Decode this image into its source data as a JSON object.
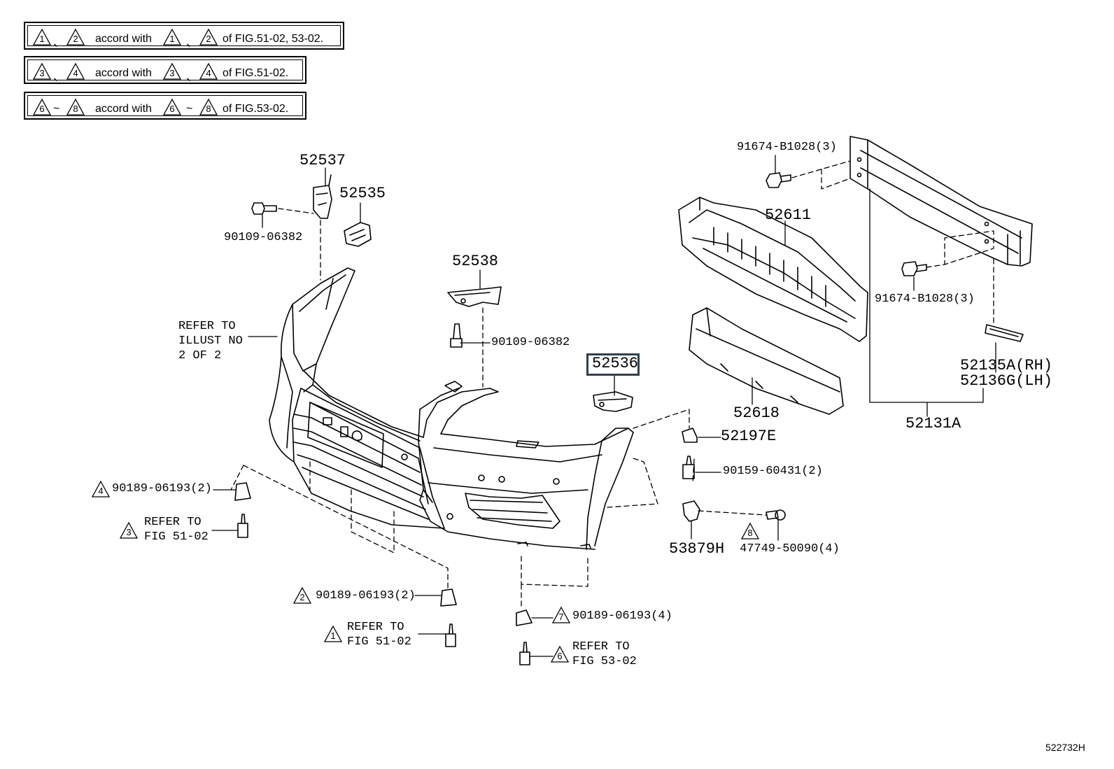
{
  "legend": [
    {
      "a": "1",
      "sep1": "、",
      "b": "2",
      "text": "accord with",
      "c": "1",
      "sep2": "、",
      "d": "2",
      "ref": "of FIG.51-02, 53-02."
    },
    {
      "a": "3",
      "sep1": "、",
      "b": "4",
      "text": "accord with",
      "c": "3",
      "sep2": "、",
      "d": "4",
      "ref": "of FIG.51-02."
    },
    {
      "a": "6",
      "sep1": "~",
      "b": "8",
      "text": "accord with",
      "c": "6",
      "sep2": "~",
      "d": "8",
      "ref": "of FIG.53-02."
    }
  ],
  "parts": {
    "p52537": "52537",
    "p52535": "52535",
    "p90109a": "90109-06382",
    "p52538": "52538",
    "p90109b": "90109-06382",
    "p52536": "52536",
    "p52611": "52611",
    "p52618": "52618",
    "p91674a": "91674-B1028(3)",
    "p91674b": "91674-B1028(3)",
    "p52135a": "52135A(RH)",
    "p52136g": "52136G(LH)",
    "p52131a": "52131A",
    "p52197e": "52197E",
    "p90159": "90159-60431(2)",
    "p53879h": "53879H",
    "p47749": "47749-50090(4)",
    "p90189_4": "90189-06193(2)",
    "p90189_2": "90189-06193(2)",
    "p90189_7": "90189-06193(4)"
  },
  "refer_illust": [
    "REFER TO",
    "ILLUST NO",
    "2 OF 2"
  ],
  "refer3": [
    "REFER TO",
    "FIG 51-02"
  ],
  "refer1": [
    "REFER TO",
    "FIG 51-02"
  ],
  "refer6": [
    "REFER TO",
    "FIG 53-02"
  ],
  "markers": {
    "m1": "1",
    "m2": "2",
    "m3": "3",
    "m4": "4",
    "m6": "6",
    "m7": "7",
    "m8": "8"
  },
  "illustration_code": "522732H",
  "highlight_part": "52536",
  "colors": {
    "line": "#000000",
    "highlight_border": "#2f3f4c",
    "background": "#ffffff"
  }
}
